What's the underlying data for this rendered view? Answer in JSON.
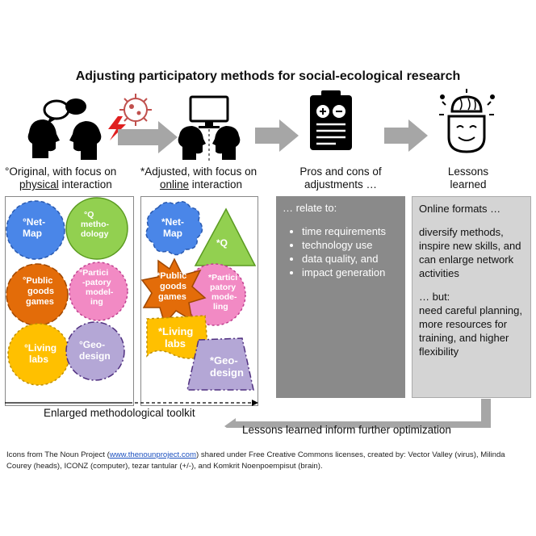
{
  "title": "Adjusting participatory methods for social-ecological research",
  "captions": {
    "original_1": "°Original, with focus on",
    "original_2a": "physical",
    "original_2b": " interaction",
    "adjusted_1": "*Adjusted, with focus on",
    "adjusted_2a": "online",
    "adjusted_2b": " interaction",
    "pros_1": "Pros and cons of",
    "pros_2": "adjustments …",
    "lessons_1": "Lessons",
    "lessons_2": "learned"
  },
  "original_methods": {
    "netmap": [
      "°Net-",
      "Map"
    ],
    "qmethod": [
      "°Q",
      "metho-",
      "dology"
    ],
    "publicgoods": [
      "°Public",
      "goods",
      "games"
    ],
    "participatory": [
      "°Partici",
      "-patory",
      "model-",
      "ing"
    ],
    "livinglabs": [
      "°Living",
      "labs"
    ],
    "geodesign": [
      "°Geo-",
      "design"
    ]
  },
  "adjusted_methods": {
    "netmap": [
      "*Net-",
      "Map"
    ],
    "qmethod": [
      "*Q"
    ],
    "publicgoods": [
      "*Public",
      "goods",
      "games"
    ],
    "participatory": [
      "*Partici",
      "patory",
      "mode-",
      "ling"
    ],
    "livinglabs": [
      "*Living",
      "labs"
    ],
    "geodesign": [
      "*Geo-",
      "design"
    ]
  },
  "pros_box": {
    "intro": "… relate to:",
    "items": [
      "time requirements",
      "technology use",
      "data quality, and",
      "impact generation"
    ]
  },
  "lessons_box": {
    "p1": "Online formats …",
    "p2": "diversify methods, inspire new skills, and can enlarge network activities",
    "p3": "… but:",
    "p4": "need careful planning, more resources for training, and higher flexibility"
  },
  "toolkit_label": "Enlarged methodological toolkit",
  "feedback_label": "Lessons learned inform further optimization",
  "footer": {
    "prefix": "Icons from The Noun Project (",
    "link": "www.thenounproject.com",
    "suffix": ")  shared under Free Creative Commons licenses, created by: Vector Valley (virus), Milinda Courey (heads), ICONZ (computer), tezar tantular (+/-), and Komkrit Noenpoempisut (brain)."
  },
  "colors": {
    "netmap": "#4a86e8",
    "qmethod": "#92d050",
    "publicgoods": "#e36c09",
    "participatory": "#f28ac4",
    "livinglabs": "#ffc000",
    "geodesign": "#b4a7d6",
    "virus": "#c0504d",
    "gray_box": "#8a8a8a",
    "light_box": "#d4d4d4",
    "arrow": "#a6a6a6"
  }
}
